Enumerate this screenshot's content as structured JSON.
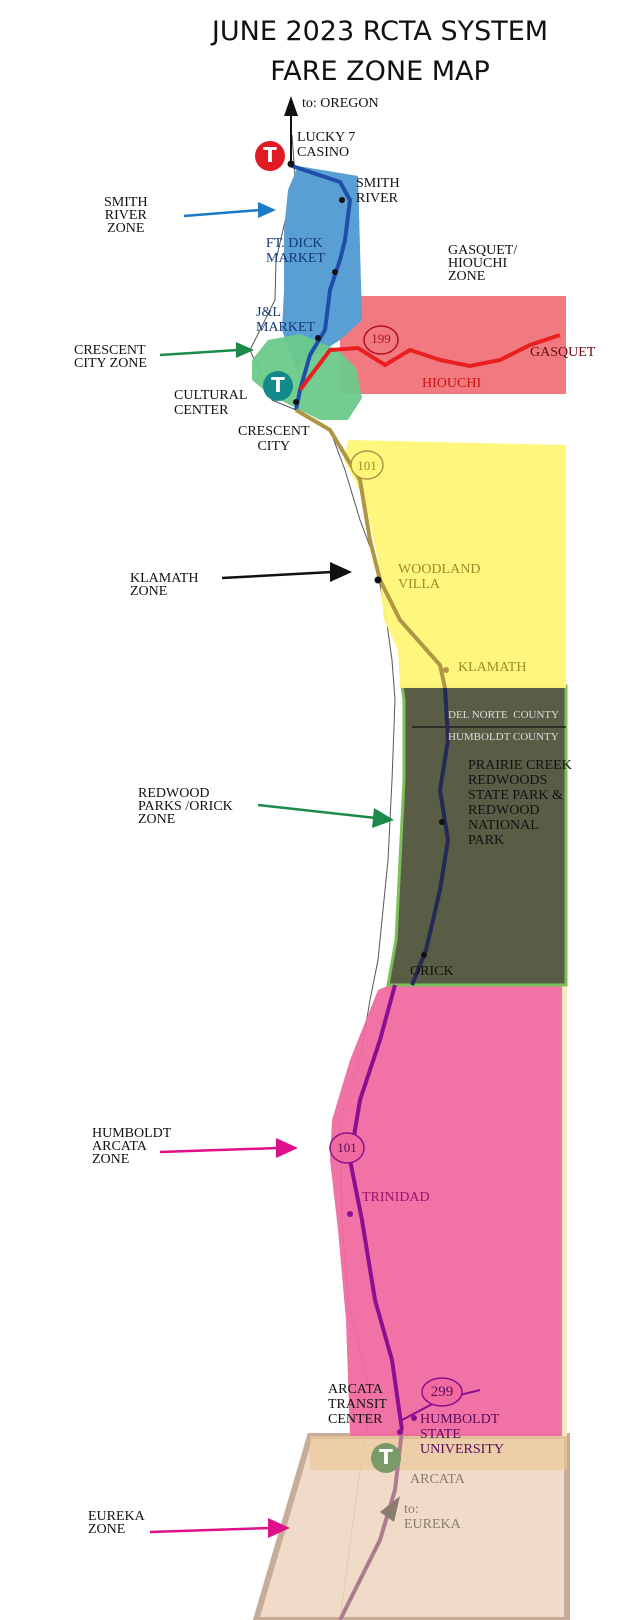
{
  "title": {
    "line1": "JUNE 2023 RCTA SYSTEM",
    "line2": "FARE ZONE MAP"
  },
  "zones": [
    {
      "id": "smith_river",
      "label": "SMITH\nRIVER\nZONE",
      "color": "#5a9fd4"
    },
    {
      "id": "crescent_city",
      "label": "CRESCENT\nCITY ZONE",
      "color": "#6cc98a"
    },
    {
      "id": "gasquet_hiouchi",
      "label": "GASQUET/\nHIOUCHI\nZONE",
      "color": "#f07a80"
    },
    {
      "id": "klamath",
      "label": "KLAMATH\nZONE",
      "color": "#fff677"
    },
    {
      "id": "redwood_parks_orick",
      "label": "REDWOOD\nPARKS /ORICK\nZONE",
      "color": "#5a5d46"
    },
    {
      "id": "humboldt_arcata",
      "label": "HUMBOLDT\nARCATA\nZONE",
      "color": "#f06aa0"
    },
    {
      "id": "eureka",
      "label": "EUREKA\nZONE",
      "color": "#efd8c4"
    }
  ],
  "places": {
    "to_oregon": "to: OREGON",
    "lucky7": "LUCKY 7\nCASINO",
    "smith_river": "SMITH\nRIVER",
    "ft_dick": "FT. DICK\nMARKET",
    "jl_market": "J&L\nMARKET",
    "cultural_center": "CULTURAL\nCENTER",
    "crescent_city": "CRESCENT\nCITY",
    "gasquet": "GASQUET",
    "hiouchi": "HIOUCHI",
    "woodland_villa": "WOODLAND\nVILLA",
    "klamath": "KLAMATH",
    "del_norte": "DEL NORTE  COUNTY",
    "humboldt_county": "HUMBOLDT COUNTY",
    "prairie_creek": "PRAIRIE CREEK\nREDWOODS\nSTATE PARK &\nREDWOOD\nNATIONAL\nPARK",
    "orick": "ORICK",
    "trinidad": "TRINIDAD",
    "arcata_transit": "ARCATA\nTRANSIT\nCENTER",
    "humboldt_state": "HUMBOLDT\nSTATE\nUNIVERSITY",
    "arcata": "ARCATA",
    "to_eureka": "to:\nEUREKA"
  },
  "shields": {
    "hwy199": "199",
    "hwy101_north": "101",
    "hwy101_south": "101",
    "hwy299": "299"
  },
  "transit_markers": [
    {
      "id": "lucky7",
      "letter": "T",
      "color": "#e01b24"
    },
    {
      "id": "cultural_center",
      "letter": "T",
      "color": "#138a8a"
    },
    {
      "id": "arcata",
      "letter": "T",
      "color": "#7a9a6a"
    }
  ]
}
